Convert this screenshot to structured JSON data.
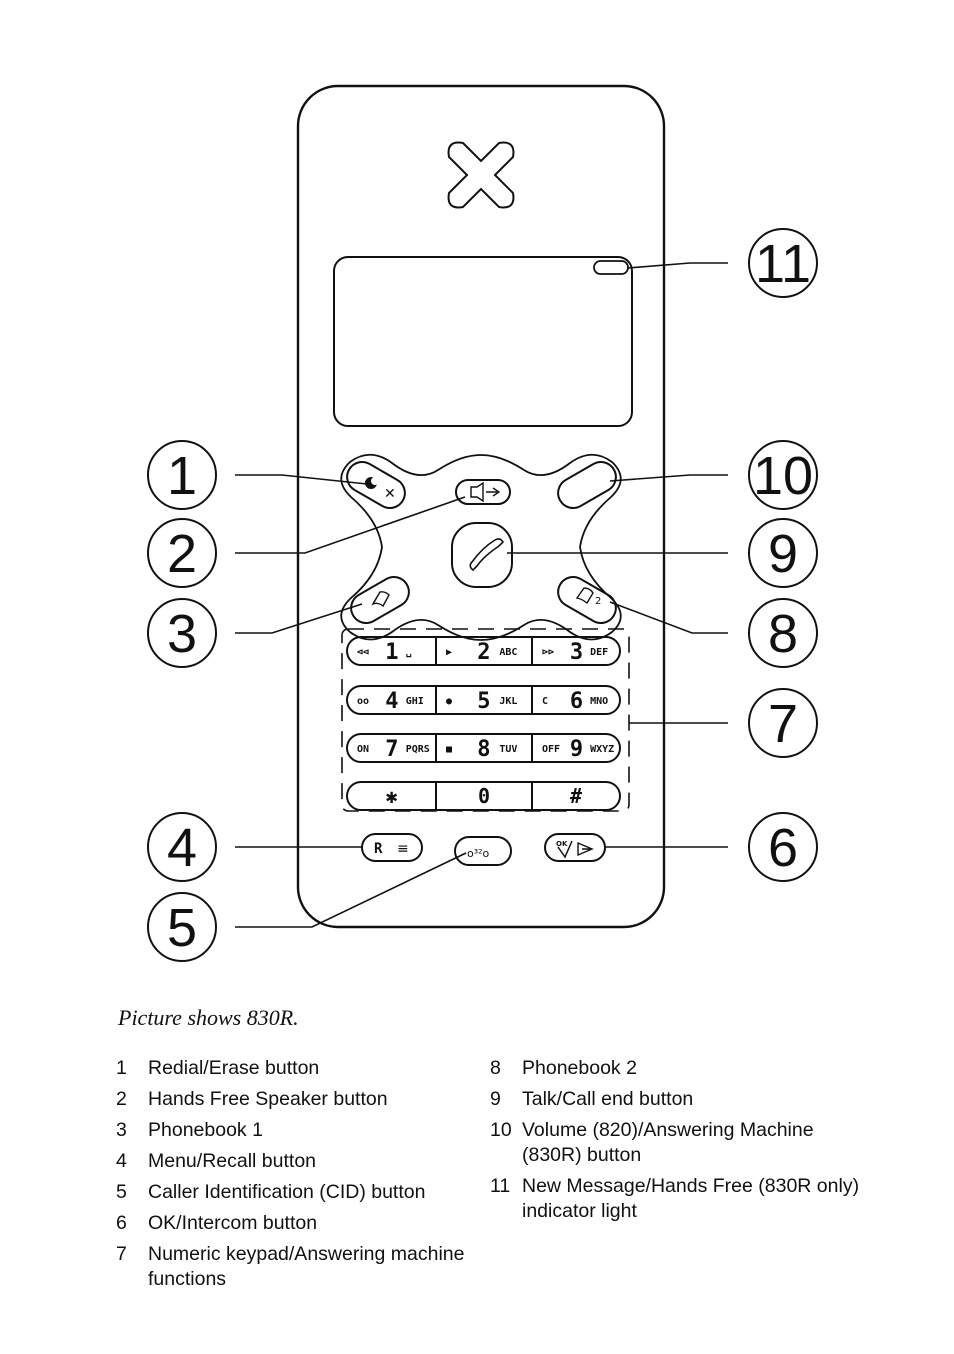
{
  "caption": "Picture shows 830R.",
  "callouts": [
    "1",
    "2",
    "3",
    "4",
    "5",
    "6",
    "7",
    "8",
    "9",
    "10",
    "11"
  ],
  "keypad": {
    "rows": [
      [
        {
          "fn": "⊲⊲",
          "digit": "1",
          "letters": "␣"
        },
        {
          "fn": "▶",
          "digit": "2",
          "letters": "ABC"
        },
        {
          "fn": "⊳⊳",
          "digit": "3",
          "letters": "DEF"
        }
      ],
      [
        {
          "fn": "oo",
          "digit": "4",
          "letters": "GHI"
        },
        {
          "fn": "●",
          "digit": "5",
          "letters": "JKL"
        },
        {
          "fn": "C",
          "digit": "6",
          "letters": "MNO"
        }
      ],
      [
        {
          "fn": "ON",
          "digit": "7",
          "letters": "PQRS"
        },
        {
          "fn": "■",
          "digit": "8",
          "letters": "TUV"
        },
        {
          "fn": "OFF",
          "digit": "9",
          "letters": "WXYZ"
        }
      ],
      [
        {
          "fn": "",
          "digit": "✱",
          "letters": ""
        },
        {
          "fn": "",
          "digit": "0",
          "letters": ""
        },
        {
          "fn": "",
          "digit": "#",
          "letters": ""
        }
      ]
    ]
  },
  "bottom_keys": {
    "menu": "R ≡",
    "cid": "°³²°",
    "ok": "OK"
  },
  "legend_left": [
    {
      "num": "1",
      "text": "Redial/Erase button"
    },
    {
      "num": "2",
      "text": "Hands Free Speaker button"
    },
    {
      "num": "3",
      "text": "Phonebook 1"
    },
    {
      "num": "4",
      "text": "Menu/Recall button"
    },
    {
      "num": "5",
      "text": "Caller Identification (CID) button"
    },
    {
      "num": "6",
      "text": "OK/Intercom button"
    },
    {
      "num": "7",
      "text": "Numeric keypad/Answering machine functions"
    }
  ],
  "legend_right": [
    {
      "num": "8",
      "text": "Phonebook 2"
    },
    {
      "num": "9",
      "text": "Talk/Call end button"
    },
    {
      "num": "10",
      "text": "Volume (820)/Answering Machine (830R) button"
    },
    {
      "num": "11",
      "text": "New Message/Hands Free (830R only) indicator light"
    }
  ]
}
